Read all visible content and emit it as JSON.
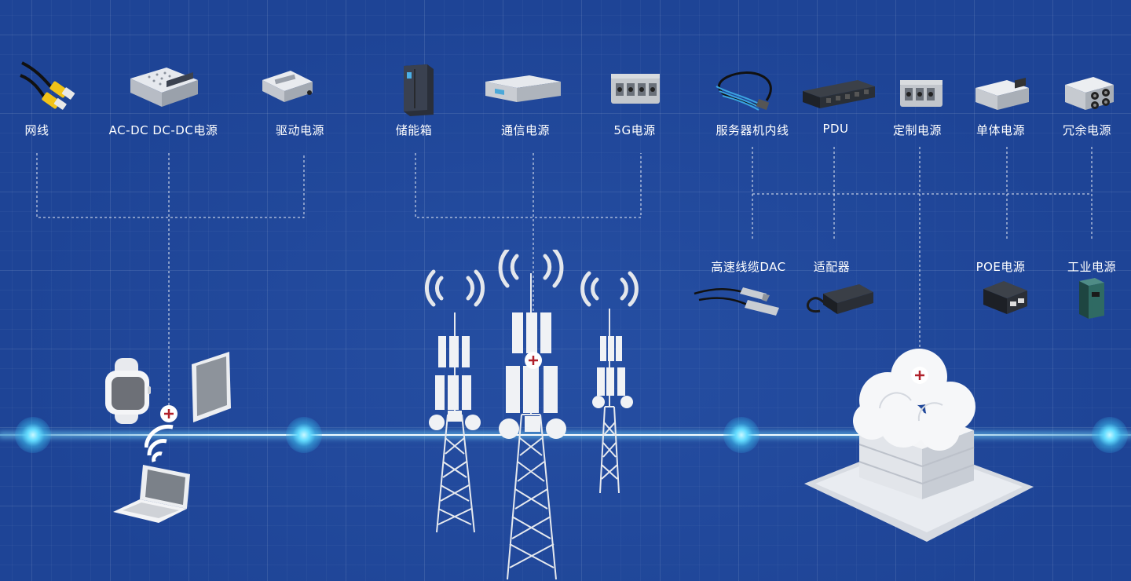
{
  "top_products": [
    {
      "id": "network-cable",
      "label": "网线"
    },
    {
      "id": "acdc-power",
      "label": "AC-DC DC-DC电源"
    },
    {
      "id": "driver-power",
      "label": "驱动电源"
    },
    {
      "id": "energy-storage",
      "label": "储能箱"
    },
    {
      "id": "telecom-power",
      "label": "通信电源"
    },
    {
      "id": "5g-power",
      "label": "5G电源"
    },
    {
      "id": "server-cable",
      "label": "服务器机内线"
    },
    {
      "id": "pdu",
      "label": "PDU"
    },
    {
      "id": "custom-power",
      "label": "定制电源"
    },
    {
      "id": "single-power",
      "label": "单体电源"
    },
    {
      "id": "redundant-power",
      "label": "冗余电源"
    }
  ],
  "secondary_products": [
    {
      "id": "dac-cable",
      "label": "高速线缆DAC"
    },
    {
      "id": "adapter",
      "label": "适配器"
    },
    {
      "id": "poe-power",
      "label": "POE电源"
    },
    {
      "id": "industrial-power",
      "label": "工业电源"
    }
  ],
  "colors": {
    "background": "#1e4496",
    "connector_line": "#ffffff",
    "glow": "#64dcff",
    "plus_marker": "#b0202a"
  },
  "icons": [
    "ethernet-cable-icon",
    "power-supply-icon",
    "energy-cabinet-icon",
    "rack-unit-icon",
    "cable-icon",
    "pdu-icon",
    "adapter-icon",
    "poe-injector-icon",
    "din-rail-power-icon",
    "smartwatch-icon",
    "tablet-icon",
    "wifi-icon",
    "laptop-icon",
    "cell-tower-icon",
    "cloud-server-icon",
    "plus-marker-icon"
  ]
}
